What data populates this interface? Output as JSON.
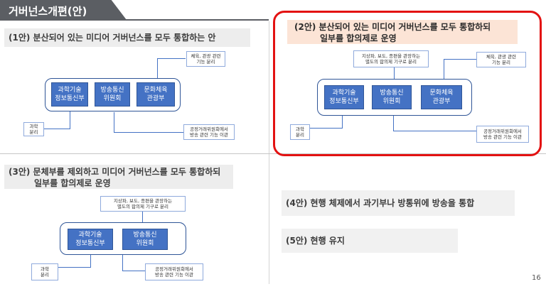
{
  "title": "거버넌스개편(안)",
  "page_number": "16",
  "options": {
    "o1": {
      "heading": "(1안) 분산되어 있는 미디어 거버넌스를 모두 통합하는 안",
      "orgs": [
        "과학기술\n정보통신부",
        "방송통신\n위원회",
        "문화체육\n관광부"
      ],
      "notes": {
        "culture": "체육, 관광 관련\n기능 분리",
        "science": "과학\n분리",
        "ftc": "공정거래위원회에서\n방송 관련 기능 이관"
      }
    },
    "o2": {
      "heading_1": "(2안) 분산되어 있는 미디어 거버넌스를 모두 통합하되",
      "heading_2": "일부를 합의제로 운영",
      "orgs": [
        "과학기술\n정보통신부",
        "방송통신\n위원회",
        "문화체육\n관광부"
      ],
      "notes": {
        "council": "지상파, 보도, 종편을 관장하는\n별도의 합의제 기구로 분리",
        "culture": "체육, 관광 관련\n기능 분리",
        "science": "과학\n분리",
        "ftc": "공정거래위원회에서\n방송 관련 기능 이관"
      }
    },
    "o3": {
      "heading_1": "(3안) 문체부를 제외하고 미디어 거버넌스를 모두 통합하되",
      "heading_2": "일부를 합의제로 운영",
      "orgs": [
        "과학기술\n정보통신부",
        "방송통신\n위원회"
      ],
      "notes": {
        "council": "지상파, 보도, 종편을 관장하는\n별도의 합의제 기구로 분리",
        "science": "과학\n분리",
        "ftc": "공정거래위원회에서\n방송 관련 기능 이관"
      }
    },
    "o4": {
      "heading": "(4안) 현행 체제에서 과기부나 방통위에 방송을 통합"
    },
    "o5": {
      "heading": "(5안) 현행 유지"
    }
  }
}
